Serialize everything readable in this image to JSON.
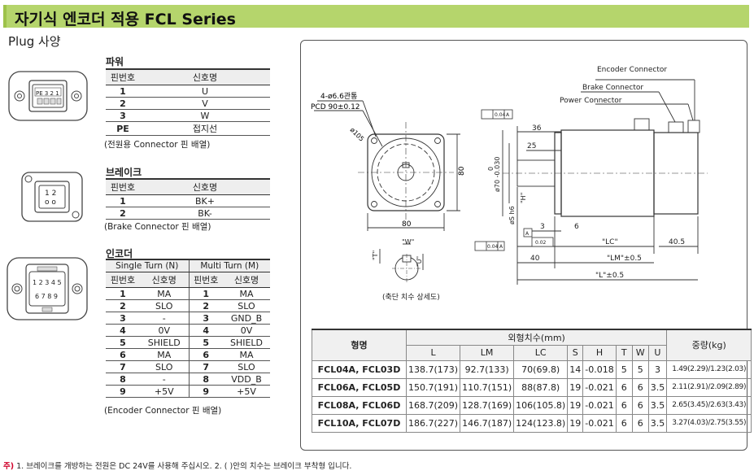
{
  "title": "자기식 엔코더 적용 FCL Series",
  "plug_title": "Plug 사양",
  "power": {
    "label": "파워",
    "headers": [
      "핀번호",
      "신호명"
    ],
    "rows": [
      [
        "1",
        "U"
      ],
      [
        "2",
        "V"
      ],
      [
        "3",
        "W"
      ],
      [
        "PE",
        "접지선"
      ]
    ],
    "caption": "(전원용 Connector 핀 배열)",
    "connector_pins": "PE 3  2  1"
  },
  "brake": {
    "label": "브레이크",
    "headers": [
      "핀번호",
      "신호명"
    ],
    "rows": [
      [
        "1",
        "BK+"
      ],
      [
        "2",
        "BK-"
      ]
    ],
    "caption": "(Brake Connector 핀 배열)",
    "pin_top": "1  2",
    "pin_bottom": "o  o"
  },
  "encoder": {
    "label": "인코더",
    "group_single": "Single Turn (N)",
    "group_multi": "Multi Turn (M)",
    "headers": [
      "핀번호",
      "신호명",
      "핀번호",
      "신호명"
    ],
    "rows": [
      [
        "1",
        "MA",
        "1",
        "MA"
      ],
      [
        "2",
        "SLO",
        "2",
        "SLO"
      ],
      [
        "3",
        "-",
        "3",
        "GND_B"
      ],
      [
        "4",
        "0V",
        "4",
        "0V"
      ],
      [
        "5",
        "SHIELD",
        "5",
        "SHIELD"
      ],
      [
        "6",
        "MA",
        "6",
        "MA"
      ],
      [
        "7",
        "SLO",
        "7",
        "SLO"
      ],
      [
        "8",
        "-",
        "8",
        "VDD_B"
      ],
      [
        "9",
        "+5V",
        "9",
        "+5V"
      ]
    ],
    "caption": "(Encoder Connector 핀 배열)",
    "pins_top": "1 2 3 4 5",
    "pins_bottom": "6 7 8 9"
  },
  "drawing": {
    "holes": "4-ø6.6관통",
    "pcd": "PCD 90±0.12",
    "phi105": "ø105",
    "dim80_h": "80",
    "dim80_v": "80",
    "spigot": "ø70 -0.030",
    "spigot_upper": "0",
    "shaft": "øS h6",
    "encoder_connector": "Encoder Connector",
    "brake_connector": "Brake Connector",
    "power_connector": "Power Connector",
    "tol_runout": "0.04",
    "tol_ref": "A",
    "tol_perp": "0.04",
    "tol_flat": "0.02",
    "dim36": "36",
    "dim25": "25",
    "dim3": "3",
    "dim6": "6",
    "dim40": "40",
    "dim40_5": "40.5",
    "lc": "\"LC\"",
    "lm": "\"LM\"±0.5",
    "l": "\"L\"±0.5",
    "w": "\"W\"",
    "t": "\"T\"",
    "u": "\"U\"",
    "h": "\"H\"",
    "key_caption": "(축단 치수 상세도)"
  },
  "dimension_table": {
    "col_model": "형명",
    "col_group": "외형치수(mm)",
    "col_weight": "중량(kg)",
    "cols": [
      "L",
      "LM",
      "LC",
      "S",
      "H",
      "T",
      "W",
      "U"
    ],
    "rows": [
      {
        "model": "FCL04A, FCL03D",
        "vals": [
          "138.7(173)",
          "92.7(133)",
          "70(69.8)",
          "14",
          "-0.018",
          "5",
          "5",
          "3"
        ],
        "weight": "1.49(2.29)/1.23(2.03)"
      },
      {
        "model": "FCL06A, FCL05D",
        "vals": [
          "150.7(191)",
          "110.7(151)",
          "88(87.8)",
          "19",
          "-0.021",
          "6",
          "6",
          "3.5"
        ],
        "weight": "2.11(2.91)/2.09(2.89)"
      },
      {
        "model": "FCL08A, FCL06D",
        "vals": [
          "168.7(209)",
          "128.7(169)",
          "106(105.8)",
          "19",
          "-0.021",
          "6",
          "6",
          "3.5"
        ],
        "weight": "2.65(3.45)/2.63(3.43)"
      },
      {
        "model": "FCL10A, FCL07D",
        "vals": [
          "186.7(227)",
          "146.7(187)",
          "124(123.8)",
          "19",
          "-0.021",
          "6",
          "6",
          "3.5"
        ],
        "weight": "3.27(4.03)/2.75(3.55)"
      }
    ]
  },
  "footnote": {
    "mark": "주)",
    "text": " 1. 브레이크를 개방하는 전원은 DC 24V를 사용해 주십시오.     2. ( )안의 치수는 브레이크 부착형 입니다."
  }
}
